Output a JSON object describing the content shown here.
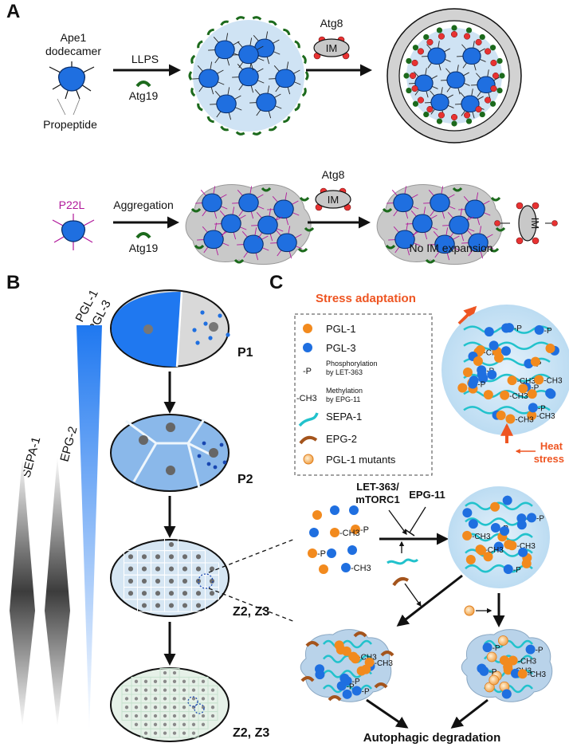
{
  "panels": {
    "a": "A",
    "b": "B",
    "c": "C"
  },
  "panel_a": {
    "ape1_label_1": "Ape1",
    "ape1_label_2": "dodecamer",
    "propeptide": "Propeptide",
    "llps": "LLPS",
    "atg19_top": "Atg19",
    "atg8_top": "Atg8",
    "im_top": "IM",
    "p22l": "P22L",
    "aggregation": "Aggregation",
    "atg19_bottom": "Atg19",
    "atg8_bottom": "Atg8",
    "im_bottom": "IM",
    "im_side": "IM",
    "no_expansion": "No IM expansion"
  },
  "panel_b": {
    "pgl1": "PGL-1",
    "pgl3": "PGL-3",
    "sepa1": "SEPA-1",
    "epg2": "EPG-2",
    "p1": "P1",
    "p2": "P2",
    "z23_a": "Z2, Z3",
    "z23_b": "Z2, Z3"
  },
  "panel_c": {
    "stress_adaptation": "Stress adaptation",
    "heat_stress_1": "Heat",
    "heat_stress_2": "stress",
    "let363_1": "LET-363/",
    "let363_2": "mTORC1",
    "epg11": "EPG-11",
    "autophagic": "Autophagic degradation",
    "legend": {
      "pgl1": "PGL-1",
      "pgl3": "PGL-3",
      "p_symbol": "-P",
      "phospho_1": "Phosphorylation",
      "phospho_2": "by LET-363",
      "ch3_symbol": "-CH3",
      "methyl_1": "Methylation",
      "methyl_2": "by EPG-11",
      "sepa1": "SEPA-1",
      "epg2": "EPG-2",
      "mutants": "PGL-1 mutants"
    },
    "mark_p": "-P",
    "mark_ch3": "-CH3"
  },
  "colors": {
    "ape1_blue": "#1f6fe0",
    "pgl1_orange": "#f28a1e",
    "pgl3_blue": "#1f6fe0",
    "sepa1_cyan": "#22c2cc",
    "epg2_brown": "#a4541c",
    "stress_red": "#ee5522",
    "p22l_magenta": "#b0179a",
    "atg19_green": "#1c6a1c",
    "atg8_red": "#e83232",
    "droplet_blue": "#cfe6f6",
    "aggregate_gray": "#c8c8c8"
  }
}
